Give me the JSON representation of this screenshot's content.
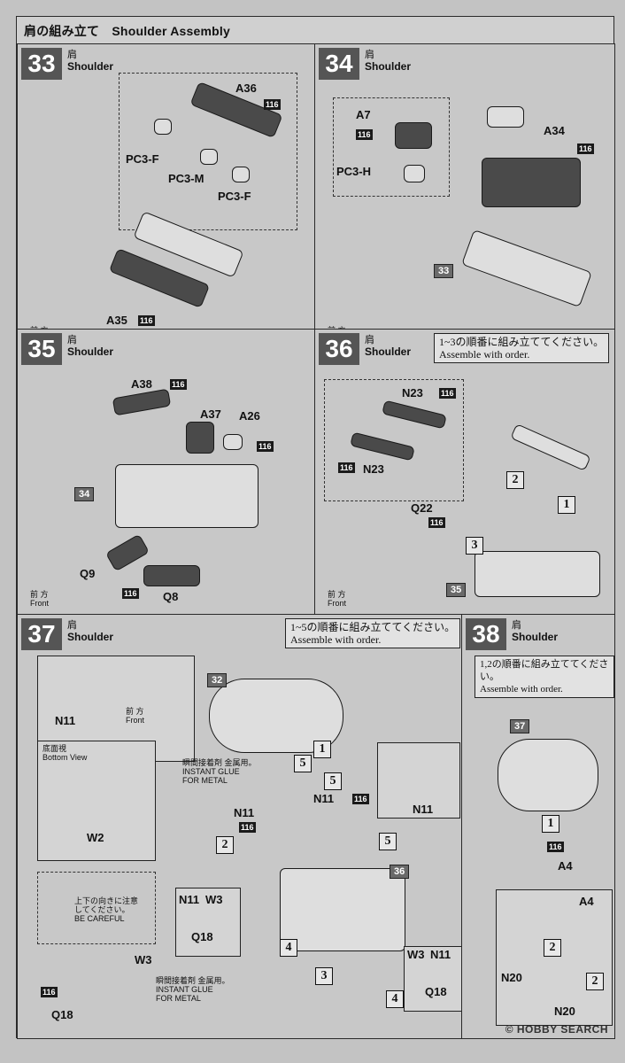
{
  "title": "肩の組み立て　Shoulder Assembly",
  "badge": "116",
  "front": {
    "jp": "前 方",
    "en": "Front"
  },
  "steps": {
    "s33": {
      "num": "33",
      "jp": "肩",
      "en": "Shoulder",
      "labels": {
        "a36": "A36",
        "pc3f1": "PC3-F",
        "pc3m": "PC3-M",
        "pc3f2": "PC3-F",
        "a35": "A35"
      }
    },
    "s34": {
      "num": "34",
      "jp": "肩",
      "en": "Shoulder",
      "labels": {
        "a7": "A7",
        "pc3h": "PC3-H",
        "a34": "A34",
        "ref33": "33"
      }
    },
    "s35": {
      "num": "35",
      "jp": "肩",
      "en": "Shoulder",
      "labels": {
        "a38": "A38",
        "a37": "A37",
        "a26": "A26",
        "ref34": "34",
        "q9": "Q9",
        "q8": "Q8"
      }
    },
    "s36": {
      "num": "36",
      "jp": "肩",
      "en": "Shoulder",
      "note_jp": "1~3の順番に組み立ててください。",
      "note_en": "Assemble with order.",
      "labels": {
        "n23a": "N23",
        "n23b": "N23",
        "q22": "Q22",
        "ref35": "35",
        "o1": "1",
        "o2": "2",
        "o3": "3"
      }
    },
    "s37": {
      "num": "37",
      "jp": "肩",
      "en": "Shoulder",
      "note_jp": "1~5の順番に組み立ててください。",
      "note_en": "Assemble with order.",
      "front_jp": "前 方",
      "front_en": "Front",
      "bottom_jp": "底面視",
      "bottom_en": "Bottom View",
      "glue_jp": "瞬間接着剤 金属用。",
      "glue_en1": "INSTANT GLUE",
      "glue_en2": "FOR METAL",
      "careful_jp1": "上下の向きに注意",
      "careful_jp2": "してください。",
      "careful_en": "BE CAREFUL",
      "labels": {
        "ref32": "32",
        "ref36": "36",
        "n11a": "N11",
        "n11b": "N11",
        "n11c": "N11",
        "n11d": "N11",
        "n11e": "N11",
        "n11f": "N11",
        "w2": "W2",
        "w3a": "W3",
        "w3b": "W3",
        "w3c": "W3",
        "q18a": "Q18",
        "q18b": "Q18",
        "q18c": "Q18",
        "o1": "1",
        "o2": "2",
        "o3": "3",
        "o4a": "4",
        "o4b": "4",
        "o5a": "5",
        "o5b": "5",
        "o5c": "5"
      }
    },
    "s38": {
      "num": "38",
      "jp": "肩",
      "en": "Shoulder",
      "note_jp": "1,2の順番に組み立ててください。",
      "note_en": "Assemble with order.",
      "labels": {
        "ref37": "37",
        "a4a": "A4",
        "a4b": "A4",
        "n20a": "N20",
        "n20b": "N20",
        "o1": "1",
        "o2a": "2",
        "o2b": "2"
      }
    }
  },
  "watermark": "© HOBBY SEARCH"
}
